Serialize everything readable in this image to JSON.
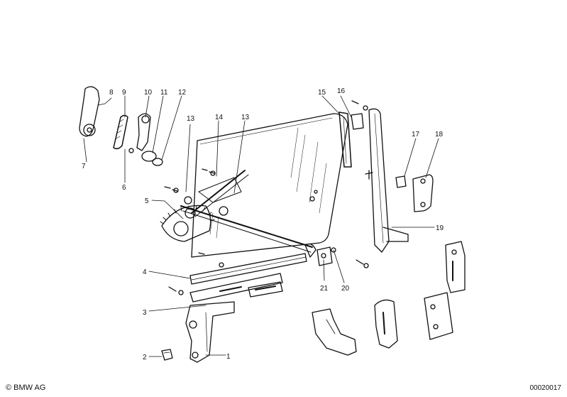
{
  "callouts": [
    "1",
    "2",
    "3",
    "4",
    "5",
    "6",
    "7",
    "8",
    "9",
    "10",
    "11",
    "12",
    "13",
    "14",
    "13",
    "15",
    "16",
    "17",
    "18",
    "19",
    "20",
    "21"
  ],
  "footer": {
    "copyright": "© BMW AG",
    "document_number": "00020017"
  }
}
